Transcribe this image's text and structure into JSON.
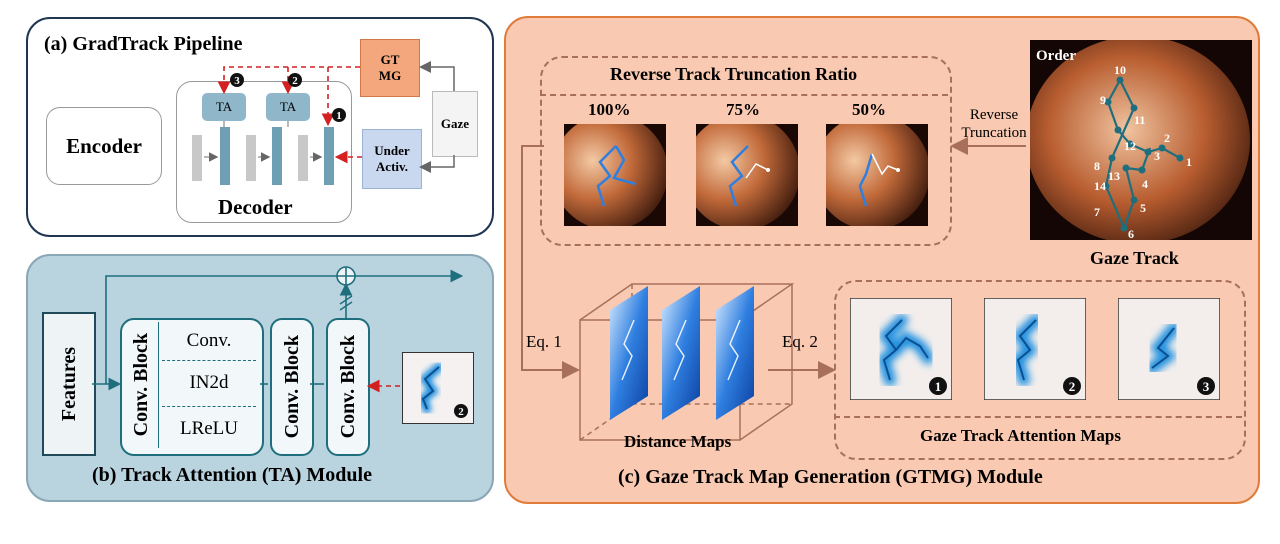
{
  "panel_a": {
    "title": "(a) GradTrack Pipeline",
    "encoder": "Encoder",
    "decoder": "Decoder",
    "ta_left": "TA",
    "ta_right": "TA",
    "gtmg": "GT\nMG",
    "gaze": "Gaze",
    "under_activ": "Under\nActiv.",
    "marker_1": "1",
    "marker_2": "2",
    "marker_3": "3"
  },
  "panel_b": {
    "title": "(b) Track Attention (TA) Module",
    "features": "Features",
    "conv_block_1": "Conv. Block",
    "conv_block_2": "Conv. Block",
    "conv_block_3": "Conv. Block",
    "conv": "Conv.",
    "in2d": "IN2d",
    "lrelu": "LReLU",
    "marker_2": "2"
  },
  "panel_c": {
    "title": "(c) Gaze Track Map Generation (GTMG) Module",
    "reverse_ratio_title": "Reverse Track Truncation Ratio",
    "ratios": [
      "100%",
      "75%",
      "50%"
    ],
    "order": "Order",
    "reverse_truncation": "Reverse\nTruncation",
    "gaze_track": "Gaze Track",
    "eq1": "Eq. 1",
    "eq2": "Eq. 2",
    "distance_maps": "Distance Maps",
    "attention_maps": "Gaze Track Attention Maps",
    "map_markers": [
      "1",
      "2",
      "3"
    ],
    "track_numbers": [
      "1",
      "2",
      "3",
      "4",
      "5",
      "6",
      "7",
      "8",
      "9",
      "10",
      "11",
      "12",
      "13",
      "14"
    ]
  },
  "colors": {
    "panel_a_border": "#1f3552",
    "panel_b_bg": "#b9d3df",
    "panel_c_bg": "#f9c9b2",
    "panel_c_border": "#e07b3a",
    "gtmg_box": "#f4a77c",
    "under_activ_box": "#c9d8ef",
    "track_blue": "#1e6fd9",
    "teal": "#1e6e7e",
    "red_dash": "#d42020",
    "brown_dash": "#a8705a"
  }
}
